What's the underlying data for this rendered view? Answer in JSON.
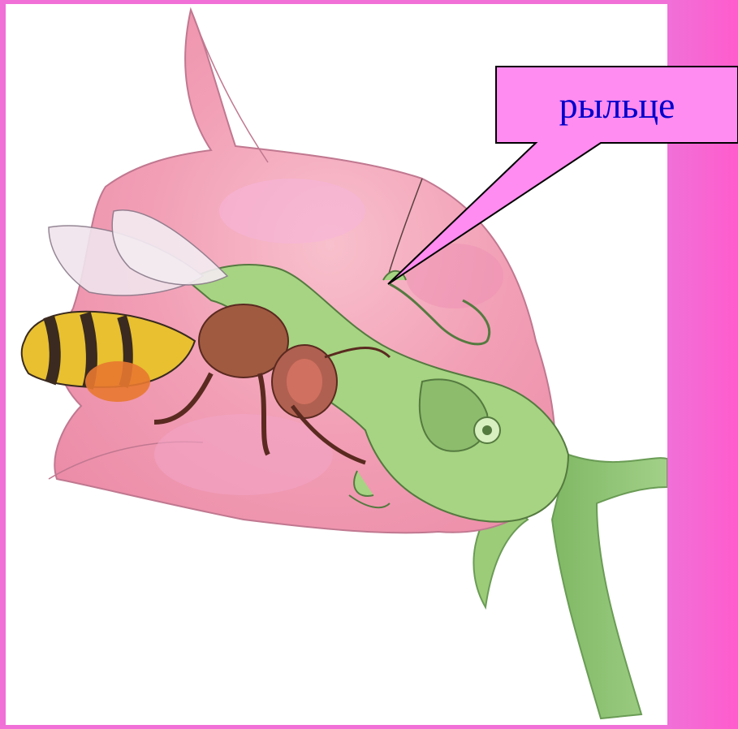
{
  "slide": {
    "callout_label": "рыльце",
    "colors": {
      "frame": "#f070d8",
      "callout_fill": "#ff8cf0",
      "callout_text": "#0000cc",
      "petal": "#f4a8b8",
      "pistil": "#9ccc78",
      "stem": "#8cc070",
      "bee_stripe_yellow": "#e8c030",
      "bee_stripe_dark": "#3a2a20",
      "bee_body": "#a05a40",
      "wing": "#f0e4ec"
    },
    "icons": [
      "flower-illustration",
      "bee-illustration",
      "pistil-illustration",
      "stem-illustration"
    ]
  }
}
